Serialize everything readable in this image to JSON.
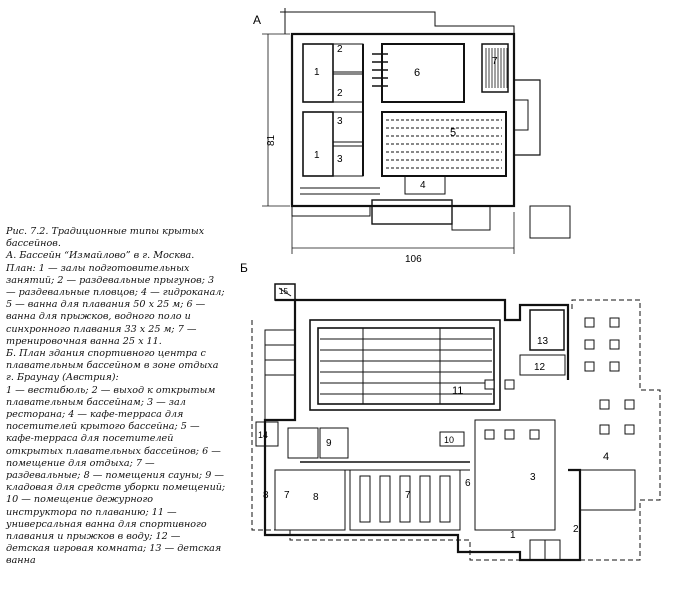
{
  "caption": {
    "figure": "Рис. 7.2. Традиционные типы крытых бассейнов.",
    "part_a_title": "А. Бассейн “Измайлово” в г. Москва.",
    "part_a_text": "План: 1 — залы подготовительных занятий; 2 — раздевальные прыгунов; 3 — раздевальные пловцов; 4 — гидроканал; 5 — ванна для плавания 50 х 25 м; 6 — ванна для прыжков, водного поло и синхронного плавания 33 х 25 м; 7 — тренировочная ванна 25 х 11.",
    "part_b_title": "Б. План здания спортивного центра с плавательным бассейном в зоне отдыха г. Браунау (Австрия):",
    "part_b_text": "1 — вестибюль; 2 — выход к открытым плавательным бассейнам; 3 — зал ресторана; 4 — кафе-терраса для посетителей крытого бассейна; 5 — кафе-терраса для посетителей открытых плавательных бассейнов; 6 — помещение для отдыха; 7 — раздевальные; 8 — помещения сауны; 9 — кладовая для средств уборки помещений; 10 — помещение дежурного инструктора по плаванию; 11 — универсальная ванна для спортивного плавания и прыжков в воду; 12 — детская игровая комната; 13 — детская ванна"
  },
  "plan_a": {
    "label": "А",
    "dim_height": "81",
    "dim_width": "106",
    "rooms": {
      "r1a": "1",
      "r1b": "1",
      "r2a": "2",
      "r2b": "2",
      "r3a": "3",
      "r3b": "3",
      "r4": "4",
      "r5": "5",
      "r6": "6",
      "r7": "7"
    }
  },
  "plan_b": {
    "label": "Б",
    "rooms": {
      "r1": "1",
      "r2": "2",
      "r3": "3",
      "r4": "4",
      "r6": "6",
      "r7a": "7",
      "r7b": "7",
      "r8a": "8",
      "r8b": "8",
      "r9": "9",
      "r10": "10",
      "r11": "11",
      "r12": "12",
      "r13": "13",
      "r14": "14",
      "r15": "15"
    }
  }
}
